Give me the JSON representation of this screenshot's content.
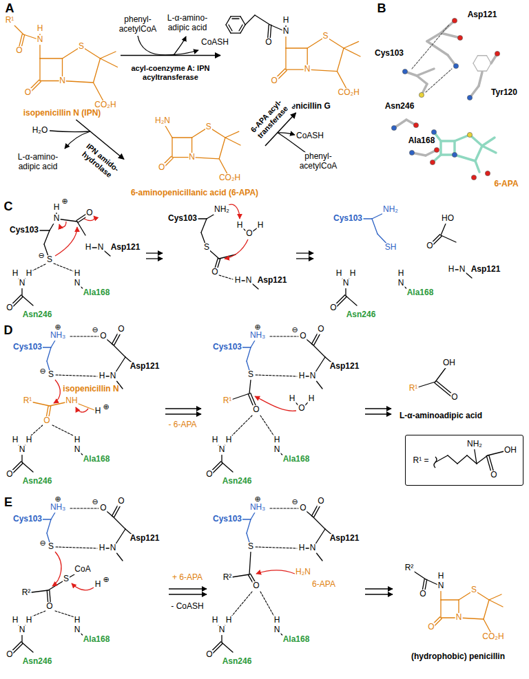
{
  "diagram": {
    "nodes": [
      {
        "text": [
          "isopenicillin N (IPN)"
        ]
      },
      {
        "text": [
          "penicillin G"
        ]
      },
      {
        "text": [
          "6-aminopenicillanic acid (6-APA)"
        ]
      },
      {
        "text": [
          "R¹ =",
          "NH₂",
          "OH",
          "O"
        ]
      }
    ],
    "edges": [
      {
        "from": 0,
        "to": 1,
        "arrow": "to",
        "label": "acyl-coenzyme A: IPN acyltransferase"
      },
      {
        "from": 0,
        "to": 2,
        "arrow": "to",
        "label": "IPN amido-hydrolase"
      },
      {
        "from": 2,
        "to": 1,
        "arrow": "to",
        "label": "6-APA acyl-transferase"
      }
    ],
    "labels": [
      "A",
      "B",
      "C",
      "D",
      "E",
      "R¹",
      "H",
      "N",
      "O",
      "S",
      "N",
      "O",
      "CO₂H",
      "phenyl-acetylCoA",
      "L-α-amino-adipic acid",
      "CoASH",
      "H₂O",
      "L-α-amino-adipic acid",
      "H₂N",
      "S",
      "N",
      "O",
      "CO₂H",
      "CoASH",
      "phenyl-acetylCoA",
      "H",
      "N",
      "O",
      "S",
      "N",
      "O",
      "CO₂H",
      "Asp121",
      "Cys103",
      "Tyr120",
      "Asn246",
      "Ala168",
      "6-APA",
      "⊕",
      "H",
      "Cys103",
      "N",
      "O",
      "H",
      "N",
      "Asp121",
      "S",
      "⊖",
      "H",
      "H",
      "N",
      "O",
      "Asn246",
      "H",
      "N",
      "Ala168",
      "Cys103",
      "NH₂",
      "H",
      "O",
      "H",
      "S",
      "O",
      "H",
      "N",
      "Asp121",
      "Cys103",
      "NH₂",
      "SH",
      "HO",
      "O",
      "H",
      "N",
      "Asp121",
      "H",
      "H",
      "N",
      "O",
      "Asn246",
      "H",
      "N",
      "Ala168",
      "Cys103",
      "⊕",
      "NH₃",
      "⊖",
      "O",
      "O",
      "H",
      "N",
      "Asp121",
      "S",
      "⊖",
      "R¹",
      "O",
      "NH",
      "isopenicillin N",
      "H",
      "⊕",
      "H",
      "H",
      "N",
      "O",
      "Asn246",
      "H",
      "N",
      "Ala168",
      "- 6-APA",
      "Cys103",
      "⊕",
      "NH₃",
      "⊖",
      "O",
      "O",
      "H",
      "N",
      "Asp121",
      "S",
      "R¹",
      "O",
      "H",
      "O",
      "H",
      "H",
      "H",
      "N",
      "O",
      "Asn246",
      "H",
      "N",
      "Ala168",
      "OH",
      "R¹",
      "O",
      "L-α-aminoadipic acid",
      "Cys103",
      "⊕",
      "NH₃",
      "⊖",
      "O",
      "O",
      "H",
      "N",
      "Asp121",
      "S",
      "⊖",
      "S",
      "CoA",
      "R²",
      "O",
      "⊕",
      "H",
      "H",
      "H",
      "N",
      "O",
      "Asn246",
      "H",
      "N",
      "Ala168",
      "+ 6-APA",
      "- CoASH",
      "Cys103",
      "⊕",
      "NH₃",
      "⊖",
      "O",
      "O",
      "H",
      "N",
      "Asp121",
      "S",
      "R²",
      "O",
      "H₂N",
      "6-APA",
      "H",
      "H",
      "N",
      "O",
      "Asn246",
      "H",
      "N",
      "Ala168",
      "R²",
      "O",
      "H",
      "N",
      "S",
      "N",
      "O",
      "CO₂H",
      "(hydrophobic) penicillin"
    ]
  }
}
